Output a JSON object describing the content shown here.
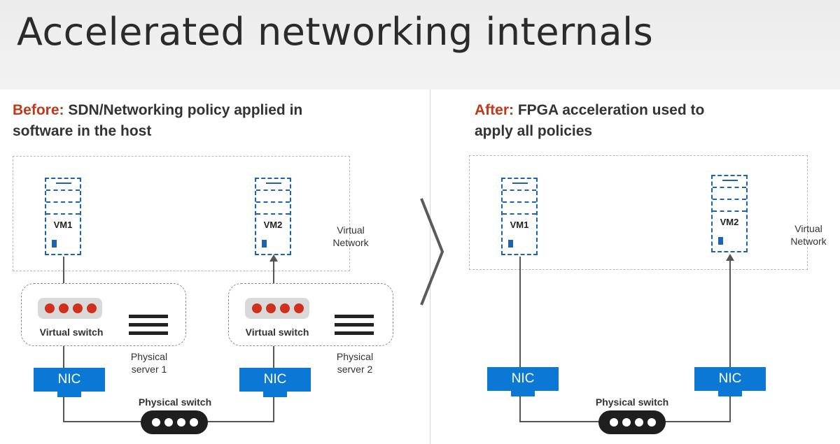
{
  "title": "Accelerated networking internals",
  "before": {
    "heading_key": "Before:",
    "heading_line1": "SDN/Networking policy applied in",
    "heading_line2": "software in the host",
    "vm1": "VM1",
    "vm2": "VM2",
    "virtual_network_line1": "Virtual",
    "virtual_network_line2": "Network",
    "vswitch1": "Virtual switch",
    "vswitch2": "Virtual switch",
    "server1_line1": "Physical",
    "server1_line2": "server 1",
    "server2_line1": "Physical",
    "server2_line2": "server 2",
    "nic1": "NIC",
    "nic2": "NIC",
    "physical_switch": "Physical switch"
  },
  "after": {
    "heading_key": "After:",
    "heading_line1": "FPGA acceleration used to",
    "heading_line2": "apply all policies",
    "vm1": "VM1",
    "vm2": "VM2",
    "virtual_network_line1": "Virtual",
    "virtual_network_line2": "Network",
    "nic1": "NIC",
    "nic2": "NIC",
    "physical_switch": "Physical switch"
  },
  "colors": {
    "accent_red": "#c0391b",
    "nic_blue": "#0a78d4",
    "vm_blue": "#1d64b0",
    "port_red": "#d0311c"
  },
  "icons": [
    "chevron-right-icon",
    "server-stack-icon",
    "vm-icon",
    "physical-switch-icon"
  ]
}
